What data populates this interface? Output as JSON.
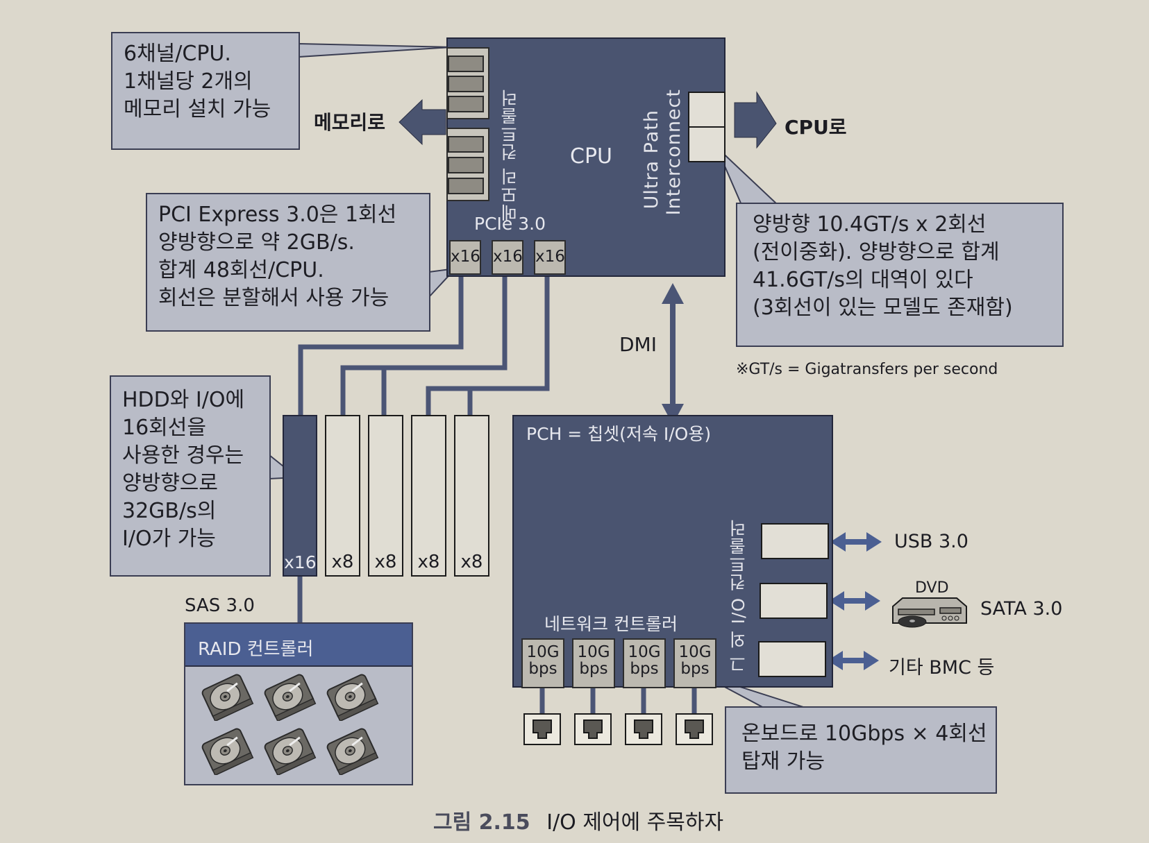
{
  "figure": {
    "caption_number": "그림 2.15",
    "caption_title": "I/O 제어에 주목하자"
  },
  "callouts": {
    "memory": [
      "6채널/CPU.",
      "1채널당 2개의",
      "메모리 설치 가능"
    ],
    "pcie": [
      "PCI Express 3.0은 1회선",
      "양방향으로 약 2GB/s.",
      "합계 48회선/CPU.",
      "회선은 분할해서 사용 가능"
    ],
    "upi": [
      "양방향 10.4GT/s x 2회선",
      "(전이중화). 양방향으로 합계",
      "41.6GT/s의 대역이 있다",
      "(3회선이 있는 모델도 존재함)"
    ],
    "upi_footnote": "※GT/s = Gigatransfers per second",
    "hdd_io": [
      "HDD와 I/O에",
      "16회선을",
      "사용한 경우는",
      "양방향으로",
      "32GB/s의",
      "I/O가 가능"
    ],
    "onboard_nic": [
      "온보드로 10Gbps × 4회선",
      "탑재 가능"
    ]
  },
  "cpu": {
    "label": "CPU",
    "memory_controller_label": "메모리 컨트롤러",
    "upi_label_line1": "Ultra Path",
    "upi_label_line2": "Interconnect",
    "pcie_label": "PCIe 3.0",
    "pcie_ports": [
      "x16",
      "x16",
      "x16"
    ],
    "memory_arrow_label": "메모리로",
    "cpu_arrow_label": "CPU로"
  },
  "dmi": {
    "label": "DMI"
  },
  "pcie_slots": [
    "x16",
    "x8",
    "x8",
    "x8",
    "x8"
  ],
  "raid": {
    "bus_label": "SAS 3.0",
    "title": "RAID 컨트롤러",
    "drive_count": 6
  },
  "pch": {
    "title": "PCH = 칩셋(저속 I/O용)",
    "network_label": "네트워크 컨트롤러",
    "nic_ports": [
      {
        "line1": "10G",
        "line2": "bps"
      },
      {
        "line1": "10G",
        "line2": "bps"
      },
      {
        "line1": "10G",
        "line2": "bps"
      },
      {
        "line1": "10G",
        "line2": "bps"
      }
    ],
    "other_io_label": "그 외 I/O 컨트롤러",
    "io_targets": [
      "USB 3.0",
      "SATA 3.0",
      "기타 BMC 등"
    ],
    "dvd_label": "DVD"
  },
  "colors": {
    "navy": "#4a5470",
    "callout": "#b9bcc7",
    "arrow": "#4b5f92",
    "paper": "#dcd8cc"
  }
}
